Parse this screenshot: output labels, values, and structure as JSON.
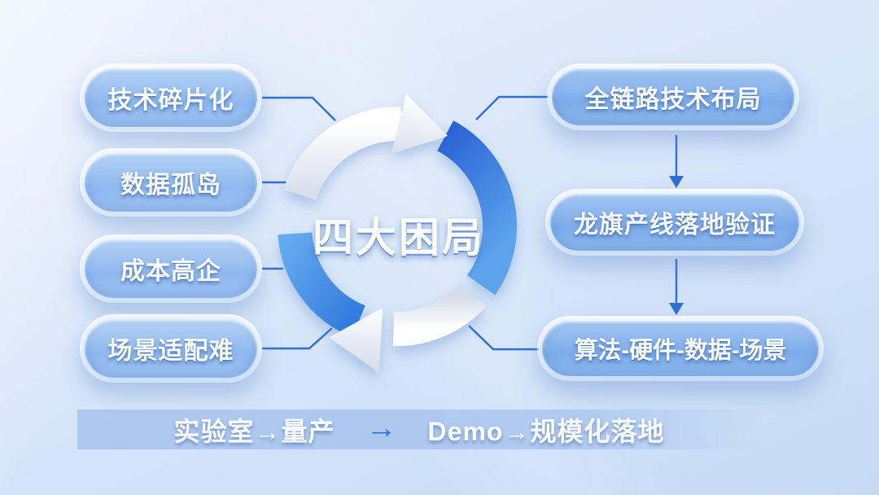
{
  "colors": {
    "accent": "#2e6fd6",
    "arc-blue": "#2f6fd8",
    "arc-silver": "#eef2f8",
    "pill-text": "#ffffff",
    "band": "#93b6eb"
  },
  "center": {
    "title": "四大困局"
  },
  "left": {
    "items": [
      "技术碎片化",
      "数据孤岛",
      "成本高企",
      "场景适配难"
    ]
  },
  "right": {
    "items": [
      "全链路技术布局",
      "龙旗产线落地验证",
      "算法-硬件-数据-场景"
    ]
  },
  "bottom": {
    "stage_left": "实验室→量产",
    "arrow": "→",
    "stage_right": "Demo→规模化落地"
  }
}
